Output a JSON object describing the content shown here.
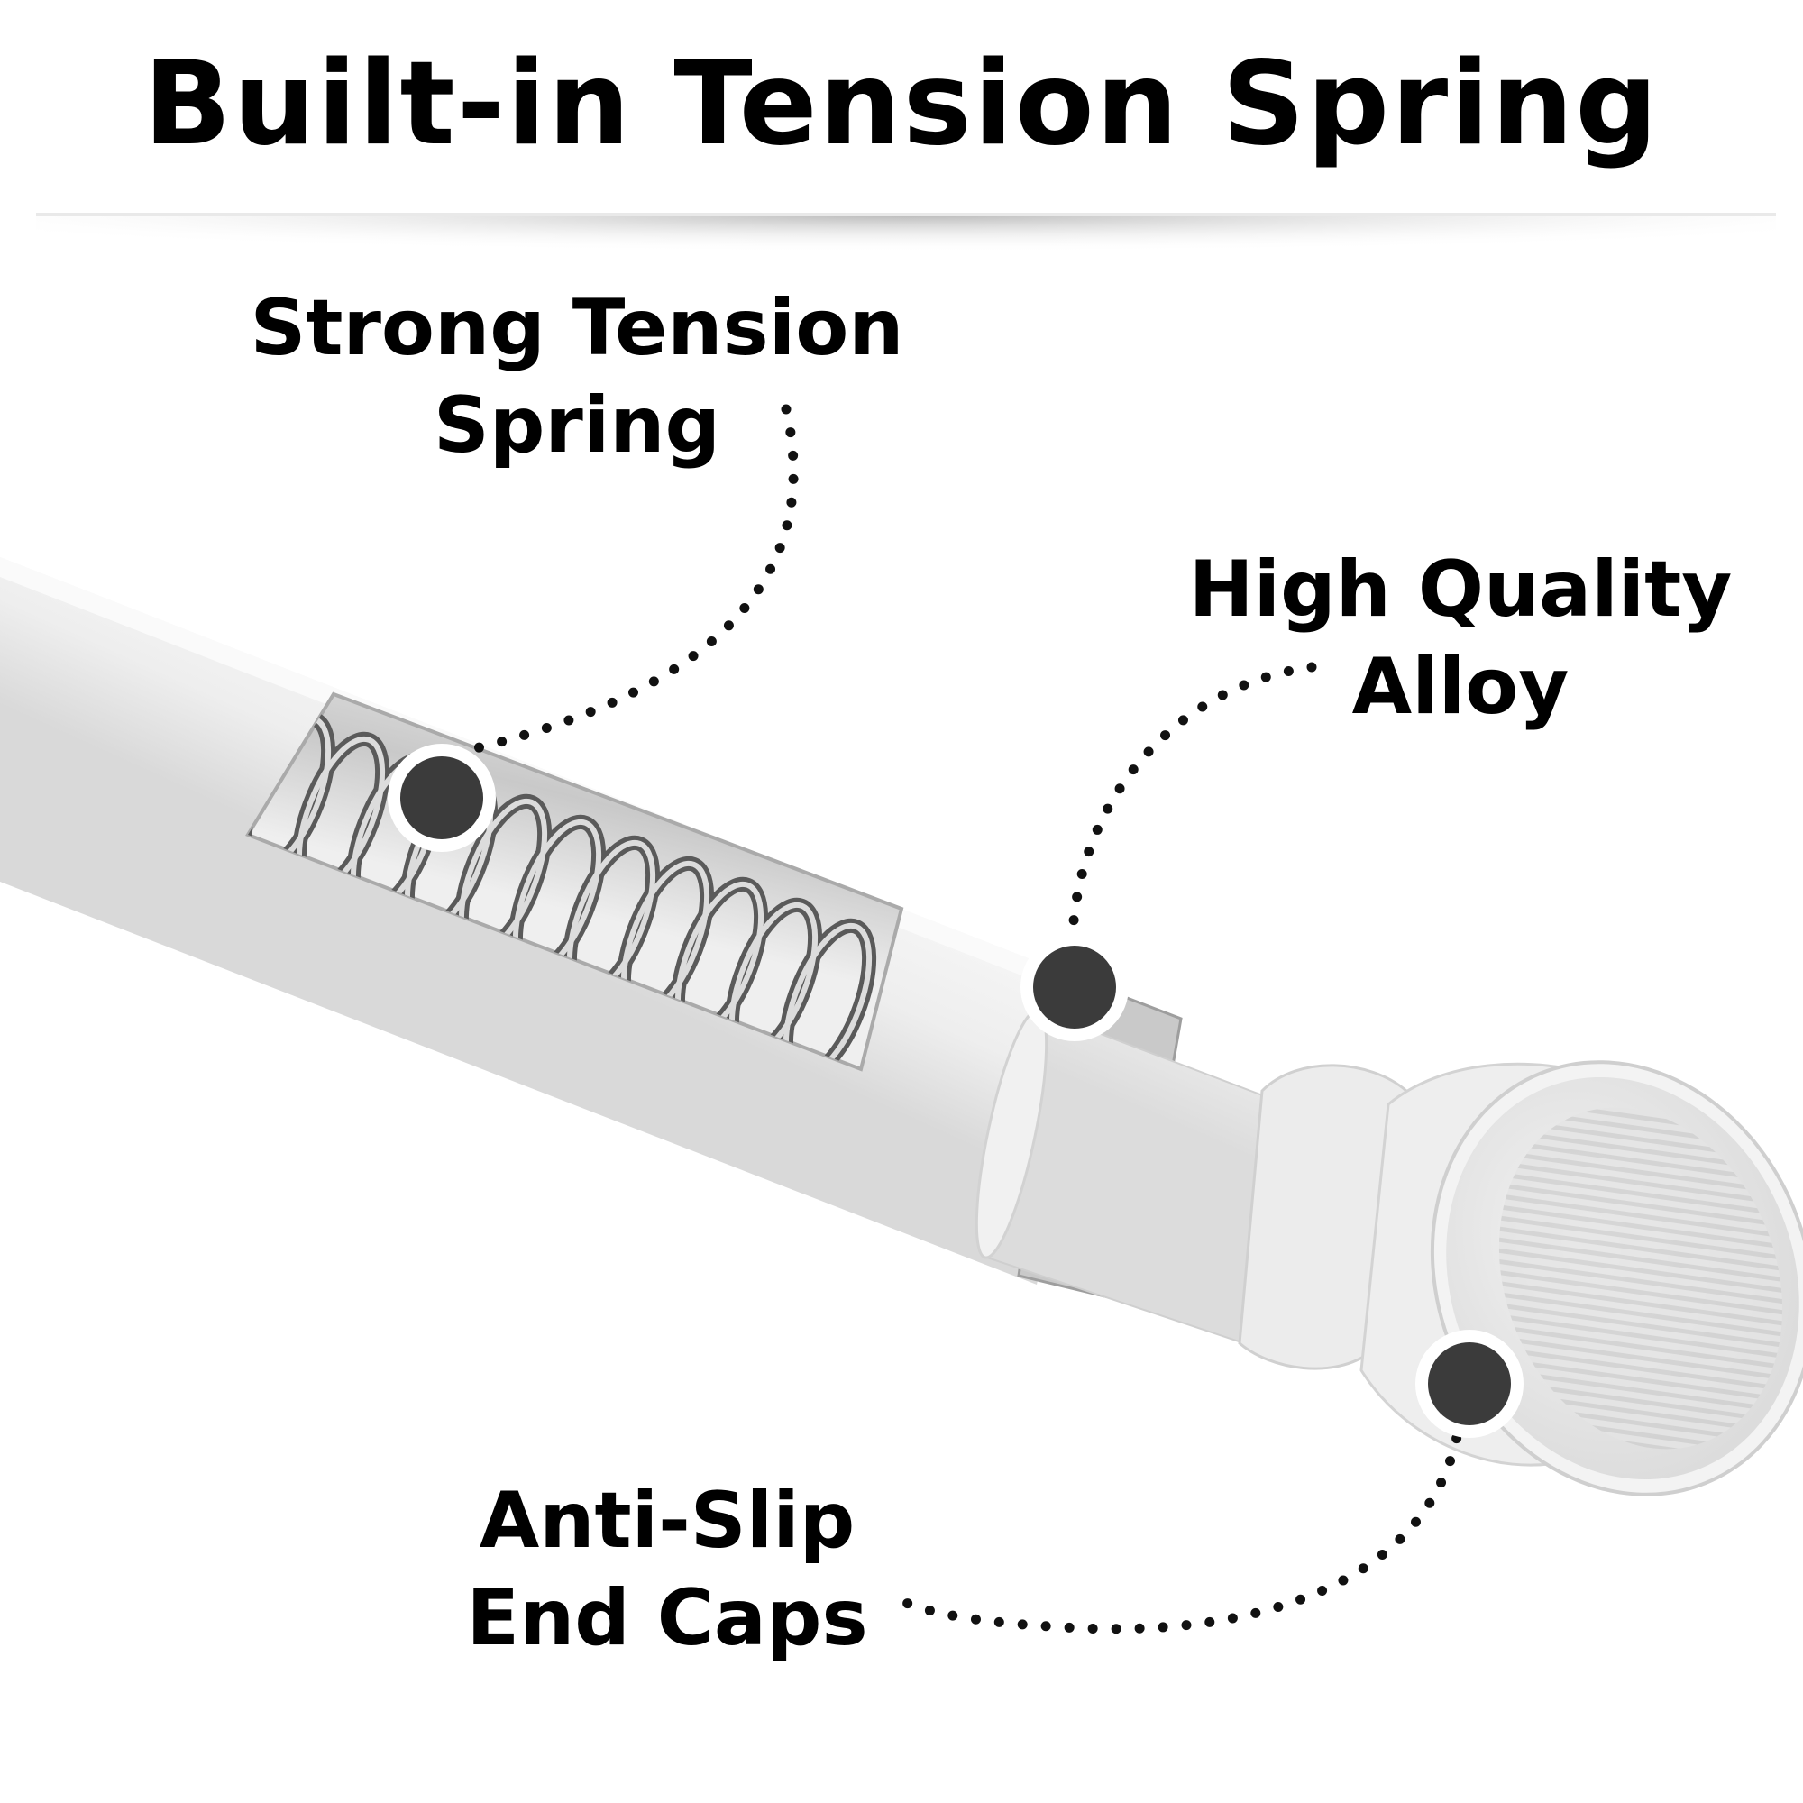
{
  "heading": "Built-in Tension Spring",
  "callouts": {
    "spring": {
      "line1": "Strong Tension",
      "line2": "Spring",
      "icon": "callout-dot-icon"
    },
    "alloy": {
      "line1": "High Quality",
      "line2": "Alloy",
      "icon": "callout-dot-icon"
    },
    "caps": {
      "line1": "Anti-Slip",
      "line2": "End Caps",
      "icon": "callout-dot-icon"
    }
  },
  "colors": {
    "rod": "#efefef",
    "rod_shadow": "#d6d6d6",
    "spring_metal": "#8a8a8a",
    "marker": "#3b3b3b",
    "marker_ring": "#ffffff",
    "text": "#000000"
  }
}
